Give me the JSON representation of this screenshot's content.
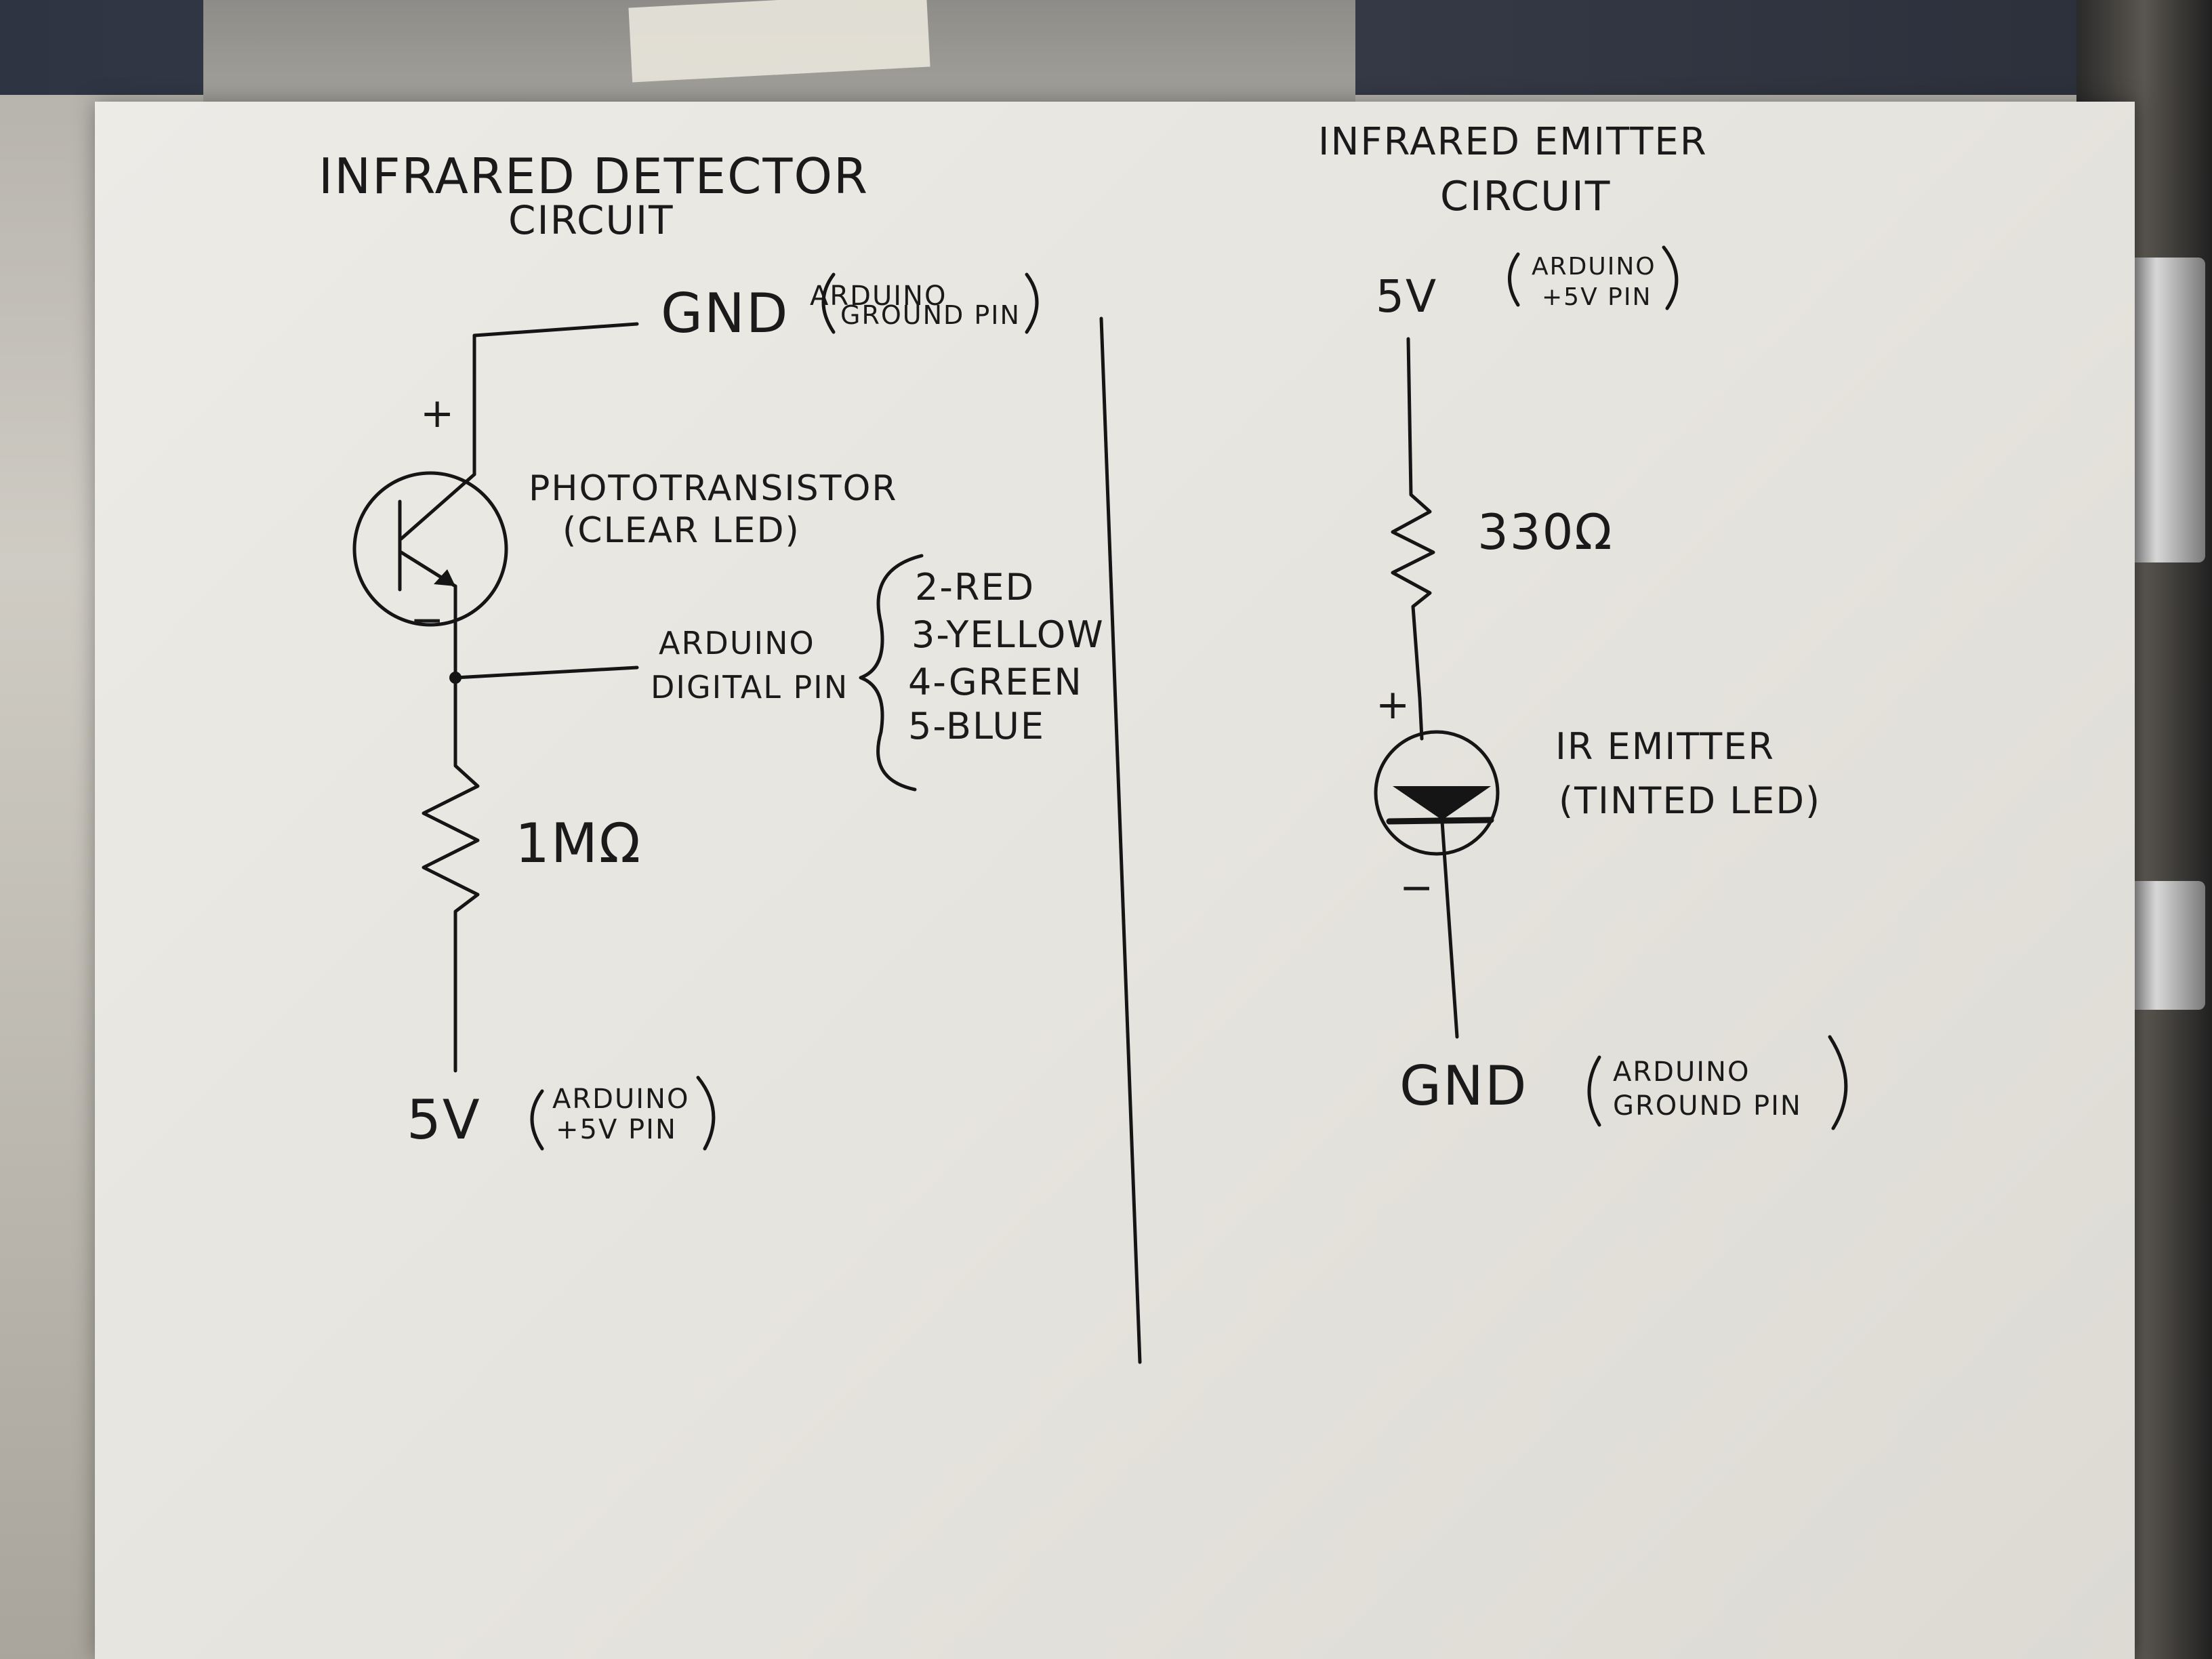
{
  "detector": {
    "title_line1": "INFRARED DETECTOR",
    "title_line2": "CIRCUIT",
    "gnd_label": "GND",
    "gnd_note_line1": "ARDUINO",
    "gnd_note_line2": "GROUND PIN",
    "plus_sign": "+",
    "minus_sign": "−",
    "component_line1": "PHOTOTRANSISTOR",
    "component_line2": "(CLEAR LED)",
    "pin_label_line1": "ARDUINO",
    "pin_label_line2": "DIGITAL PIN",
    "pin_options": [
      "2-RED",
      "3-YELLOW",
      "4-GREEN",
      "5-BLUE"
    ],
    "resistor_label": "1MΩ",
    "vcc_label": "5V",
    "vcc_note_line1": "ARDUINO",
    "vcc_note_line2": "+5V PIN"
  },
  "emitter": {
    "title_line1": "INFRARED EMITTER",
    "title_line2": "CIRCUIT",
    "vcc_label": "5V",
    "vcc_note_line1": "ARDUINO",
    "vcc_note_line2": "+5V PIN",
    "resistor_label": "330Ω",
    "plus_sign": "+",
    "minus_sign": "−",
    "component_line1": "IR EMITTER",
    "component_line2": "(TINTED LED)",
    "gnd_label": "GND",
    "gnd_note_line1": "ARDUINO",
    "gnd_note_line2": "GROUND PIN"
  },
  "colors": {
    "ink": "#151515",
    "paper": "#e9e8e2"
  }
}
